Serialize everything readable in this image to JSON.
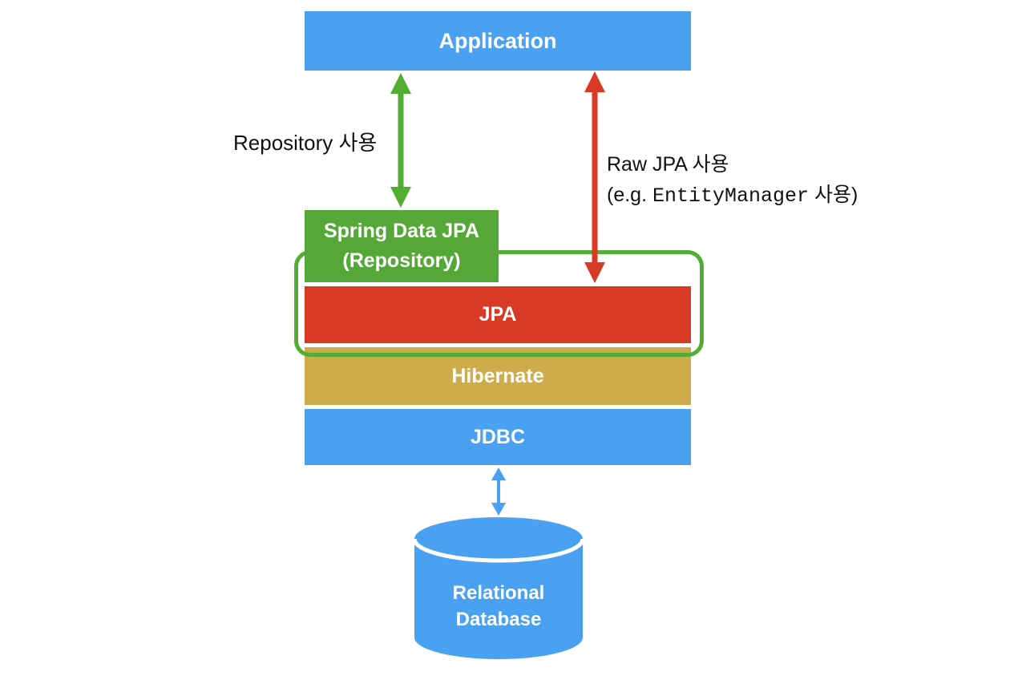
{
  "diagram": {
    "colors": {
      "blue": "#4AA1F2",
      "green_box": "#55A837",
      "green_accent": "#53AD33",
      "red": "#D93A26",
      "gold": "#CFAC4B",
      "label_text": "#111111",
      "box_text": "#ffffff",
      "background": "#ffffff"
    },
    "layers": {
      "application": {
        "label": "Application"
      },
      "spring_data_jpa": {
        "label_line1": "Spring Data JPA",
        "label_line2": "(Repository)"
      },
      "jpa": {
        "label": "JPA"
      },
      "hibernate": {
        "label": "Hibernate"
      },
      "jdbc": {
        "label": "JDBC"
      },
      "database": {
        "label_line1": "Relational",
        "label_line2": "Database"
      }
    },
    "annotations": {
      "repository_usage": {
        "label": "Repository 사용"
      },
      "raw_jpa_usage": {
        "line1": "Raw JPA 사용",
        "line2_prefix": "(e.g. ",
        "line2_code": "EntityManager",
        "line2_suffix": " 사용)"
      }
    },
    "arrows": {
      "repository_arrow": {
        "style": "double-headed",
        "color": "#53AD33"
      },
      "raw_jpa_arrow": {
        "style": "double-headed",
        "color": "#D93A26"
      },
      "jdbc_db_arrow": {
        "style": "double-headed",
        "color": "#4AA1F2"
      }
    }
  }
}
